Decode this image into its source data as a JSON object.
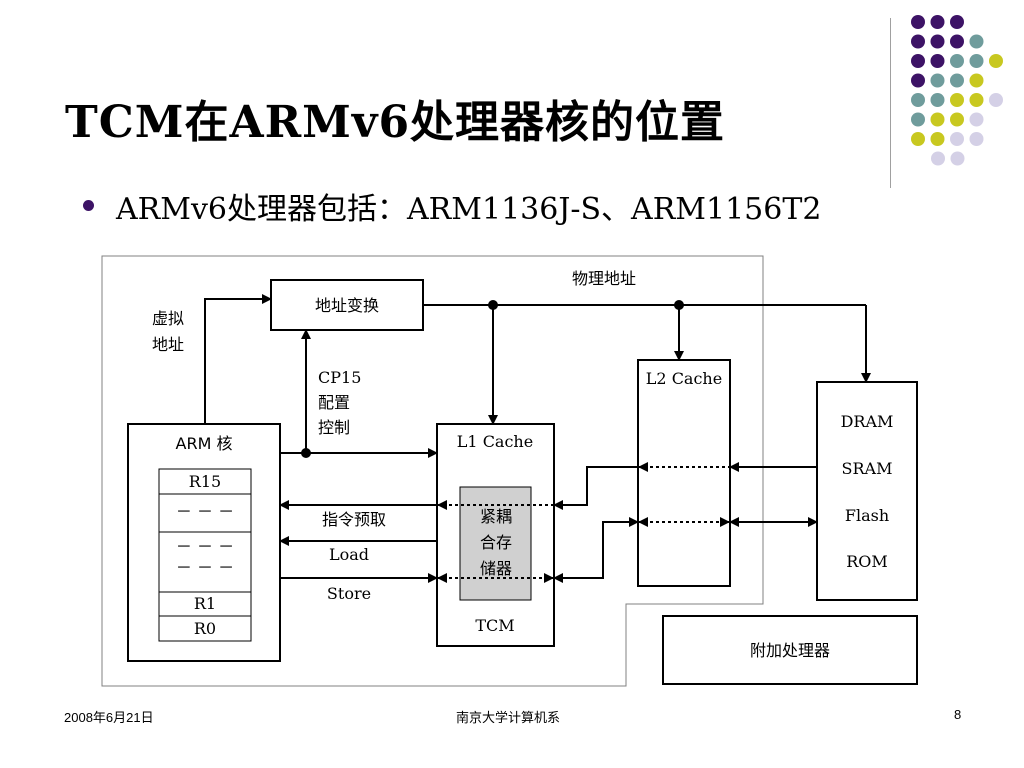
{
  "slide": {
    "title": "TCM在ARMv6处理器核的位置",
    "bullet": "ARMv6处理器包括：ARM1136J-S、ARM1156T2",
    "footer": {
      "date": "2008年6月21日",
      "center": "南京大学计算机系",
      "page": "8"
    }
  },
  "decoration": {
    "dot_colors": {
      "purple": "#3d1366",
      "teal": "#6f9c9c",
      "yellow": "#c8c820",
      "lavender": "#d4d0e6"
    },
    "dot_rows": [
      [
        "purple",
        "purple",
        "purple"
      ],
      [
        "purple",
        "purple",
        "purple",
        "teal"
      ],
      [
        "purple",
        "purple",
        "teal",
        "teal",
        "yellow"
      ],
      [
        "purple",
        "teal",
        "teal",
        "yellow"
      ],
      [
        "teal",
        "teal",
        "yellow",
        "yellow",
        "lavender"
      ],
      [
        "teal",
        "yellow",
        "yellow",
        "lavender"
      ],
      [
        "yellow",
        "yellow",
        "lavender",
        "lavender"
      ],
      [
        "lavender",
        "lavender"
      ]
    ]
  },
  "diagram": {
    "physical_address": "物理地址",
    "virtual_address": [
      "虚拟",
      "地址"
    ],
    "addr_translate": "地址变换",
    "cp15": [
      "CP15",
      "配置",
      "控制"
    ],
    "arm_core": "ARM 核",
    "registers": [
      "R15",
      "－ － －",
      "－ － －",
      "－ － －",
      "R1",
      "R0"
    ],
    "instr_prefetch": "指令预取",
    "load": "Load",
    "store": "Store",
    "l1_cache": "L1 Cache",
    "tcm_inner": [
      "紧耦",
      "合存",
      "储器"
    ],
    "tcm": "TCM",
    "l2_cache": "L2 Cache",
    "memory": [
      "DRAM",
      "SRAM",
      "Flash",
      "ROM"
    ],
    "coprocessor": "附加处理器"
  }
}
